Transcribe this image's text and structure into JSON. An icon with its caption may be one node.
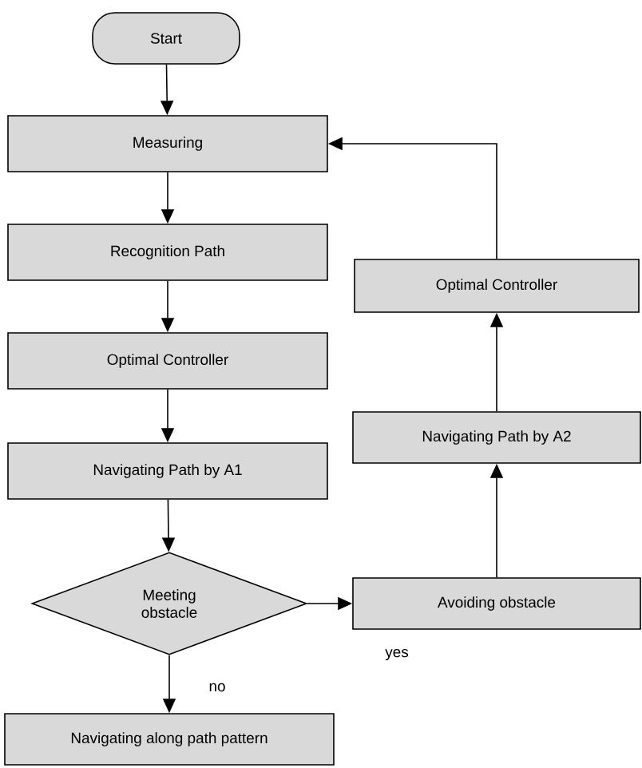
{
  "diagram": {
    "nodes": [
      {
        "text": [
          "Start"
        ]
      },
      {
        "text": [
          "Measuring"
        ]
      },
      {
        "text": [
          "Recognition Path"
        ]
      },
      {
        "text": [
          "Optimal Controller"
        ]
      },
      {
        "text": [
          "Navigating Path by A1"
        ]
      },
      {
        "text": [
          "Meeting obstacle"
        ]
      },
      {
        "text": [
          "Navigating along path pattern"
        ]
      },
      {
        "text": [
          "Avoiding obstacle"
        ]
      },
      {
        "text": [
          "Navigating Path by A2"
        ]
      },
      {
        "text": [
          "Optimal Controller"
        ]
      }
    ],
    "edges": [
      {
        "from": 0,
        "to": 1,
        "arrow": "to"
      },
      {
        "from": 1,
        "to": 2,
        "arrow": "to"
      },
      {
        "from": 2,
        "to": 3,
        "arrow": "to"
      },
      {
        "from": 3,
        "to": 4,
        "arrow": "to"
      },
      {
        "from": 4,
        "to": 5,
        "arrow": "to"
      },
      {
        "from": 5,
        "to": 6,
        "arrow": "to",
        "label": "no"
      },
      {
        "from": 5,
        "to": 7,
        "arrow": "to",
        "label": "yes"
      },
      {
        "from": 7,
        "to": 8,
        "arrow": "to"
      },
      {
        "from": 8,
        "to": 9,
        "arrow": "to"
      },
      {
        "from": 9,
        "to": 1,
        "arrow": "to"
      }
    ]
  }
}
